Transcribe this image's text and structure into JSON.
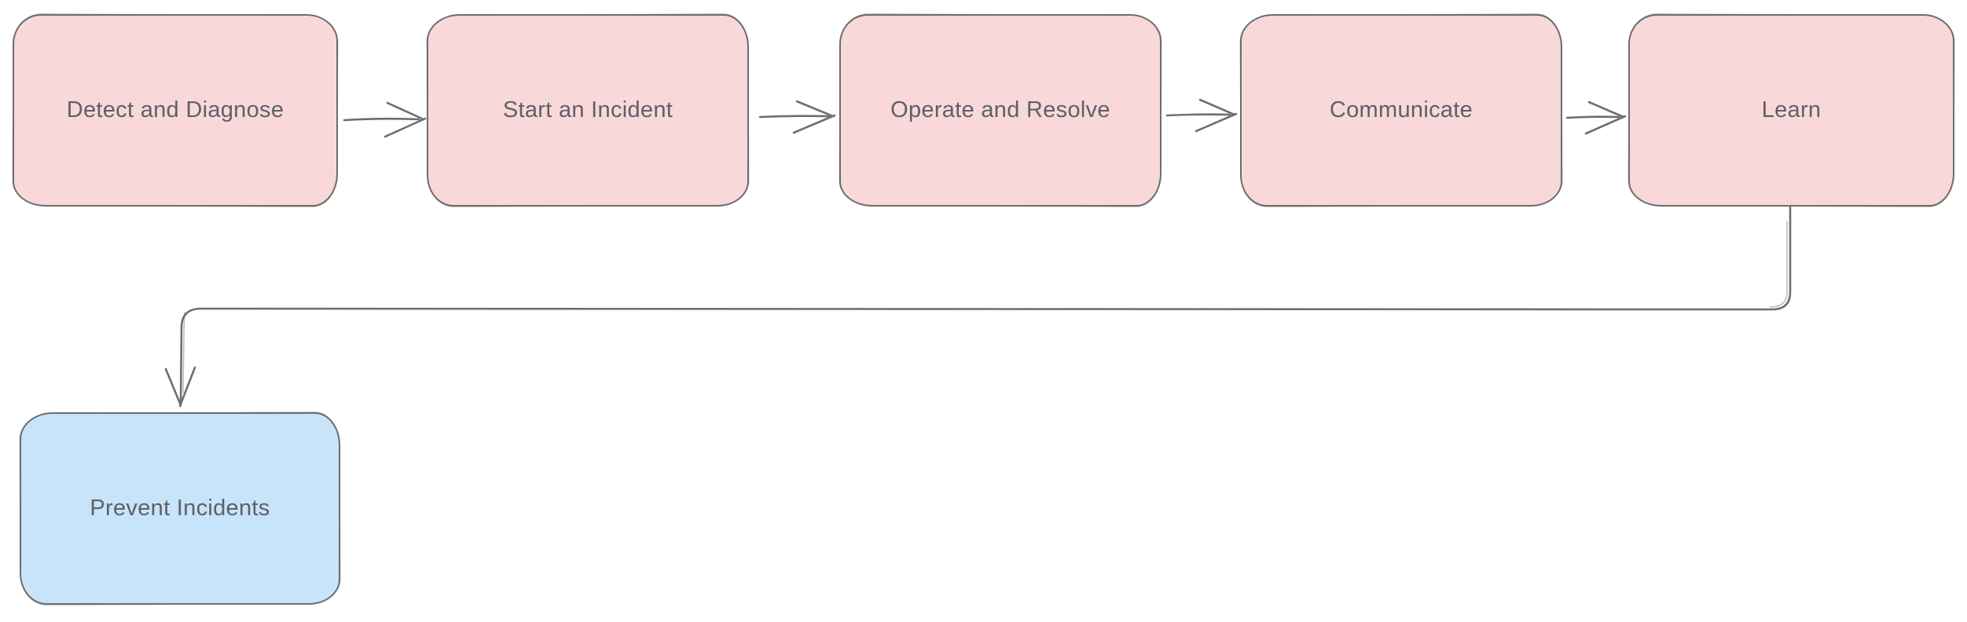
{
  "diagram": {
    "type": "flowchart",
    "nodes": [
      {
        "id": "detect",
        "label": "Detect and Diagnose",
        "fill": "#F9D8DA"
      },
      {
        "id": "start",
        "label": "Start an Incident",
        "fill": "#F9D8DA"
      },
      {
        "id": "operate",
        "label": "Operate and Resolve",
        "fill": "#F9D8DA"
      },
      {
        "id": "communicate",
        "label": "Communicate",
        "fill": "#F9D8DA"
      },
      {
        "id": "learn",
        "label": "Learn",
        "fill": "#F9D8DA"
      },
      {
        "id": "prevent",
        "label": "Prevent Incidents",
        "fill": "#C8E4FA"
      }
    ],
    "edges": [
      {
        "from": "detect",
        "to": "start",
        "style": "straight-arrow"
      },
      {
        "from": "start",
        "to": "operate",
        "style": "straight-arrow"
      },
      {
        "from": "operate",
        "to": "communicate",
        "style": "straight-arrow"
      },
      {
        "from": "communicate",
        "to": "learn",
        "style": "straight-arrow"
      },
      {
        "from": "learn",
        "to": "prevent",
        "style": "elbow-arrow"
      }
    ],
    "colors": {
      "node_pink": "#F9D8DA",
      "node_blue": "#C8E4FA",
      "stroke": "#6E6E6E",
      "text": "#5F6066",
      "background": "#FFFFFF"
    }
  }
}
